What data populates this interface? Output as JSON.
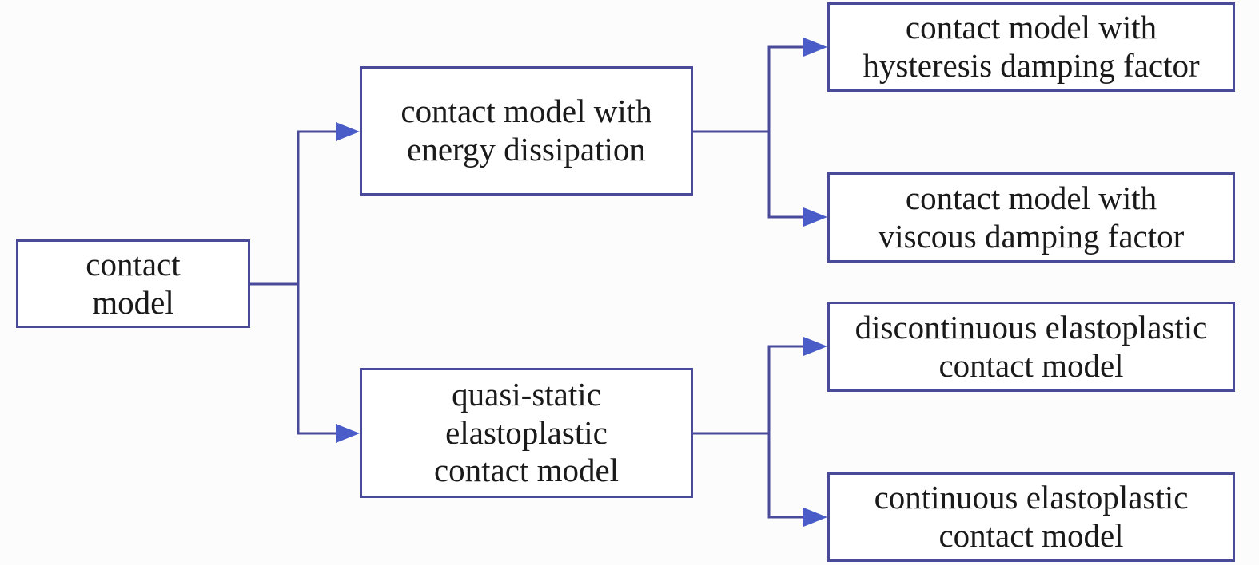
{
  "colors": {
    "edge": "#4a4a9a",
    "arrow": "#4a5cc8",
    "text": "#1a1a1a",
    "background": "#fcfcfc"
  },
  "nodes": {
    "root": {
      "line1": "contact",
      "line2": "model"
    },
    "energy": {
      "line1": "contact model with",
      "line2": "energy dissipation"
    },
    "quasi": {
      "line1": "quasi-static",
      "line2": "elastoplastic",
      "line3": "contact model"
    },
    "hysteresis": {
      "line1": "contact model with",
      "line2": "hysteresis damping factor"
    },
    "viscous": {
      "line1": "contact model with",
      "line2": "viscous damping factor"
    },
    "discontinuous": {
      "line1": "discontinuous elastoplastic",
      "line2": "contact model"
    },
    "continuous": {
      "line1": "continuous elastoplastic",
      "line2": "contact model"
    }
  },
  "edges": [
    {
      "from": "root",
      "to": "energy"
    },
    {
      "from": "root",
      "to": "quasi"
    },
    {
      "from": "energy",
      "to": "hysteresis"
    },
    {
      "from": "energy",
      "to": "viscous"
    },
    {
      "from": "quasi",
      "to": "discontinuous"
    },
    {
      "from": "quasi",
      "to": "continuous"
    }
  ]
}
